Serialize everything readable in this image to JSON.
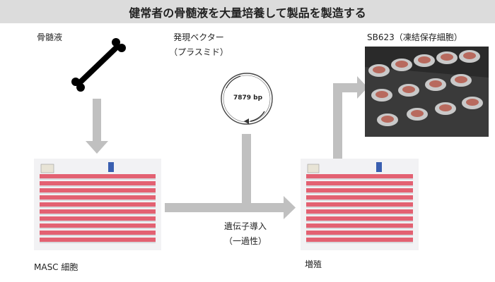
{
  "title": "健常者の骨髄液を大量培養して製品を製造する",
  "labels": {
    "bone_marrow": "骨髄液",
    "vector_line1": "発現ベクター",
    "vector_line2": "（プラスミド）",
    "plasmid_size": "7879 bp",
    "product": "SB623（凍結保存細胞）",
    "gene_transfer_line1": "遺伝子導入",
    "gene_transfer_line2": "（一過性）",
    "masc_cells": "MASC 細胞",
    "expansion": "増殖"
  },
  "colors": {
    "arrow": "#c0c0c0",
    "title_bg": "#dcdcdc",
    "flask_media": "#e0485a",
    "bone": "#000000"
  }
}
